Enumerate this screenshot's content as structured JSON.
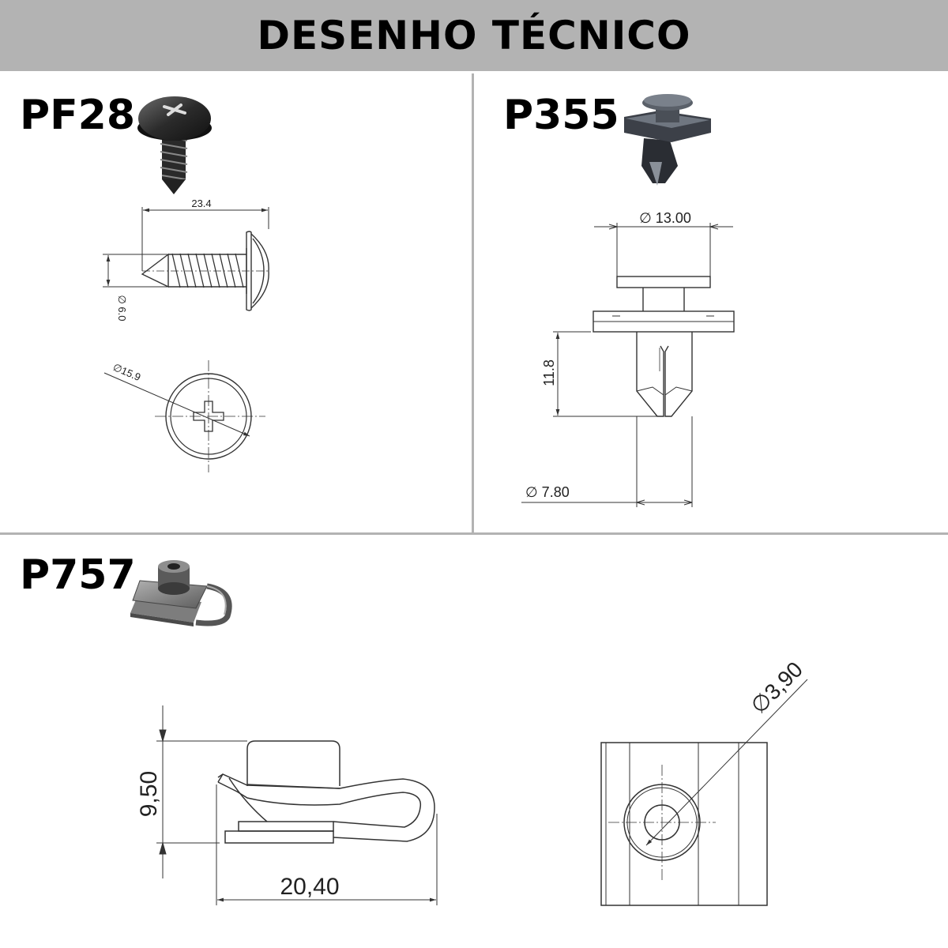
{
  "header": {
    "title": "DESENHO TÉCNICO"
  },
  "parts": {
    "pf28": {
      "code": "PF28",
      "icon": "black-phillips-flange-screw-icon",
      "dim_length": "23.4",
      "dim_thread": "∅ 6.0",
      "dim_head": "∅15.9"
    },
    "p355": {
      "code": "P355",
      "icon": "black-push-rivet-clip-icon",
      "dim_head": "∅ 13.00",
      "dim_height": "11.8",
      "dim_shank": "∅  7.80"
    },
    "p757": {
      "code": "P757",
      "icon": "u-nut-clip-icon",
      "dim_height": "9,50",
      "dim_length": "20,40",
      "dim_hole": "∅3,90"
    }
  },
  "colors": {
    "header_bg": "#b3b3b3",
    "divider": "#b3b3b3",
    "line": "#333333"
  }
}
